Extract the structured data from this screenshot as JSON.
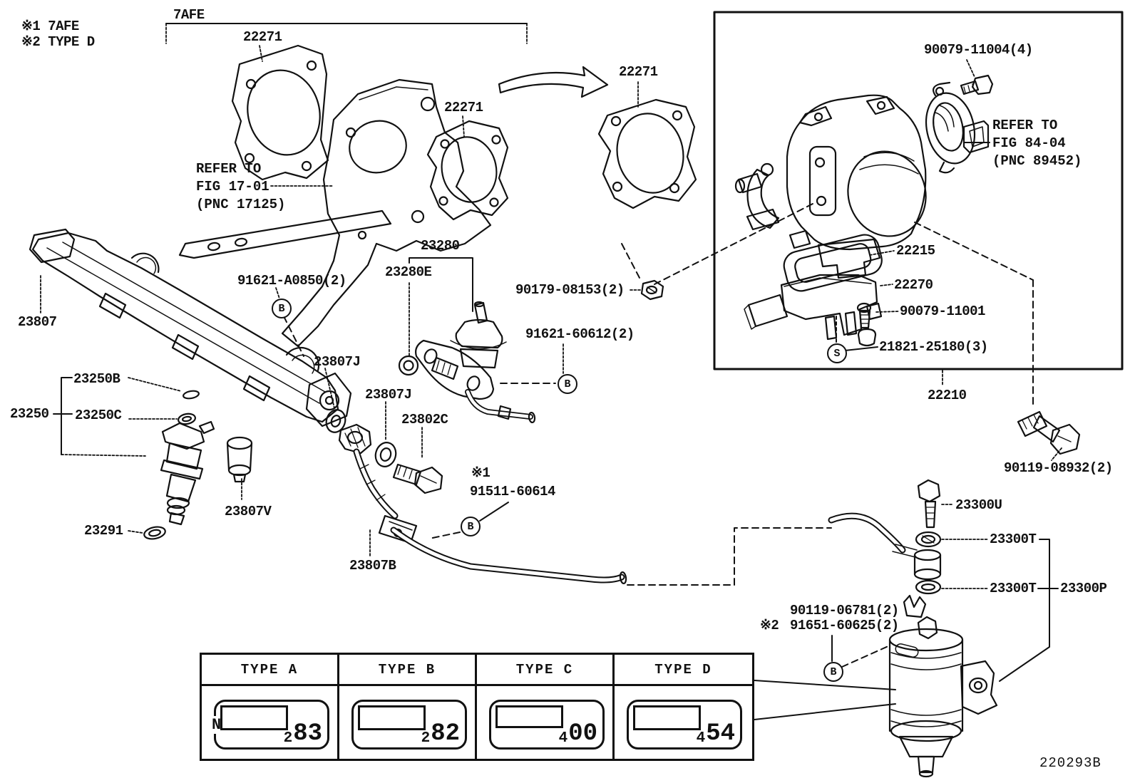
{
  "colors": {
    "ink": "#111111",
    "background": "#ffffff"
  },
  "notes": {
    "note1": "※1 7AFE",
    "note2": "※2 TYPE D"
  },
  "group": {
    "bracket_label": "7AFE"
  },
  "refer": {
    "fig17": {
      "l1": "REFER TO",
      "l2": "FIG 17-01",
      "l3": "(PNC 17125)"
    },
    "fig84": {
      "l1": "REFER TO",
      "l2": "FIG 84-04",
      "l3": "(PNC 89452)"
    }
  },
  "circled": {
    "b": "B",
    "s": "S"
  },
  "callouts": {
    "gasket_a": "22271",
    "gasket_b": "22271",
    "gasket_c": "22271",
    "pressure_regulator": "23280",
    "oring_23280e": "23280E",
    "nut_90179": "90179-08153(2)",
    "bolt_91621_a0850": "91621-A0850(2)",
    "union_91621_60612": "91621-60612(2)",
    "gasket_22215": "22215",
    "isc_valve": "22270",
    "bolt_90079_11001": "90079-11001",
    "screw_21821": "21821-25180(3)",
    "throttle_body": "22210",
    "bolt_90079_11004": "90079-11004(4)",
    "fuel_rail": "23807",
    "injector_assy": "23250",
    "seal_23250b": "23250B",
    "grommet_23250c": "23250C",
    "ring_23807j_a": "23807J",
    "ring_23807j_b": "23807J",
    "bolt_23802c": "23802C",
    "note1_mark": "※1",
    "bolt_91511": "91511-60614",
    "damper_23807v": "23807V",
    "oring_23291": "23291",
    "pipe_23807b": "23807B",
    "bolt_90119_08932": "90119-08932(2)",
    "bolt_23300u": "23300U",
    "washer_23300t_a": "23300T",
    "washer_23300t_b": "23300T",
    "filter_23300p": "23300P",
    "bolt_90119_06781": "90119-06781(2)",
    "note2_mark": "※2",
    "bolt_91651": "91651-60625(2)",
    "drawing_code": "220293B"
  },
  "table": {
    "headers": [
      "TYPE A",
      "TYPE B",
      "TYPE C",
      "TYPE D"
    ],
    "cells": [
      {
        "side_mark": "N",
        "prefix": "2",
        "value": "83"
      },
      {
        "side_mark": "",
        "prefix": "2",
        "value": "82"
      },
      {
        "side_mark": "",
        "prefix": "4",
        "value": "00"
      },
      {
        "side_mark": "",
        "prefix": "4",
        "value": "54"
      }
    ]
  }
}
